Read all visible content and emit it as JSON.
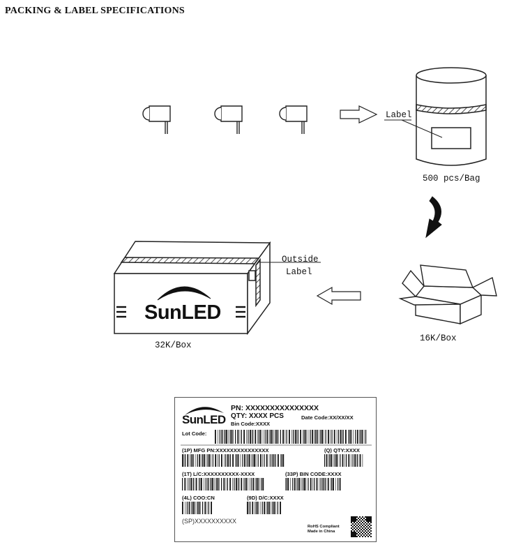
{
  "page_title": "PACKING & LABEL SPECIFICATIONS",
  "diagram": {
    "bag_label": "Label",
    "bag_quantity": "500 pcs/Bag",
    "outside_label_line1": "Outside",
    "outside_label_line2": "Label",
    "small_box_quantity": "16K/Box",
    "large_box_quantity": "32K/Box",
    "brand": "SunLED"
  },
  "label": {
    "brand": "SunLED",
    "pn": "PN: XXXXXXXXXXXXXXX",
    "qty": "QTY: XXXX PCS",
    "date_code": "Date Code:XX/XX/XX",
    "bin_code": "Bin Code:XXXX",
    "lot_code": "Lot Code:",
    "mfg_pn": "(1P) MFG PN:XXXXXXXXXXXXXXX",
    "q_qty": "(Q) QTY:XXXX",
    "lc": "(1T) L/C:XXXXXXXXXX-XXXX",
    "bin_code_33p": "(33P) BIN CODE:XXXX",
    "coo": "(4L) COO:CN",
    "dc": "(9D) D/C:XXXX",
    "sp": "(SP)XXXXXXXXXX",
    "rohs": "RoHS Compliant",
    "made_in": "Made in China"
  }
}
